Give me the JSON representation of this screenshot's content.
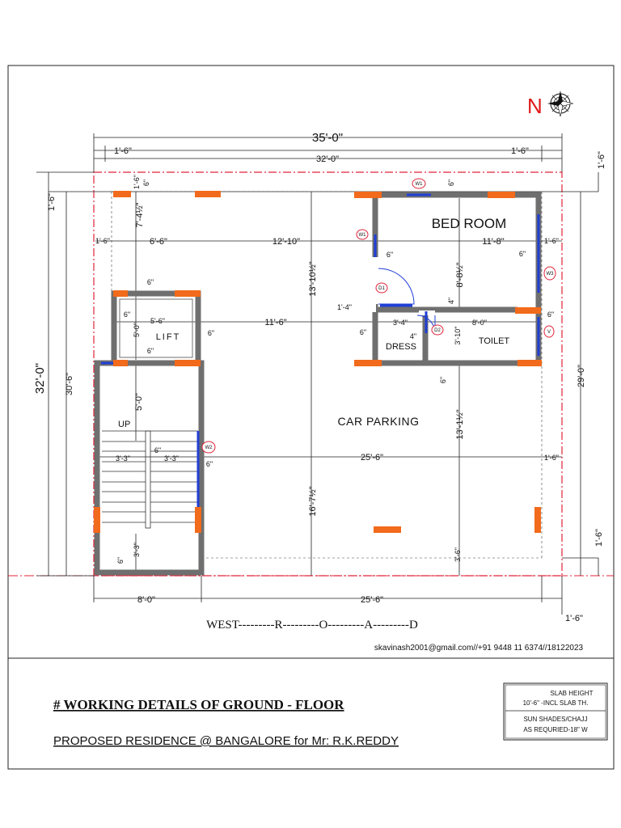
{
  "compass": {
    "north_label": "N",
    "icon": "compass-rose-icon"
  },
  "colors": {
    "wall": "#6f6f6f",
    "column": "#f26a1b",
    "window": "#1f3fd6",
    "plot_line": "#e0243a",
    "tag_circle": "#e0243a",
    "ink": "#111111"
  },
  "dimensions": {
    "overall_width": "35'-0\"",
    "inner_width": "32'-0\"",
    "left_setback_top": "1'-6\"",
    "right_setback_top": "1'-6\"",
    "right_side_top": "1'-6\"",
    "left_side_top": "1'-6\"",
    "overall_depth": "32'-0\"",
    "depth_inner": "30'-6\"",
    "right_depth": "29'-0\"",
    "right_side_bottom": "1'-6\"",
    "bottom_right": "1'-6\"",
    "bottom_left_width": "8'-0\"",
    "bottom_right_width": "25'-6\"",
    "row1_left": "1'-6\"",
    "row1_a": "6'-6\"",
    "row1_b": "12'-10\"",
    "row1_c": "11'-8\"",
    "row1_d": "1'-6\"",
    "top_small_6": "6\"",
    "top_7_4": "7'-4½\"",
    "top_1_6_small": "1'-6\"",
    "v_13_10": "13'-10½\"",
    "v_8_8": "8'-8½\"",
    "lift_6_top": "6\"",
    "lift_6_left": "6\"",
    "lift_5_6": "5'-6\"",
    "lift_5_0": "5'-0\"",
    "lift_6_right": "6\"",
    "lift_6_bottom": "6\"",
    "row2_11_6": "11'-6\"",
    "row2_1_4": "1'-4\"",
    "row2_3_4": "3'-4\"",
    "row2_8_0": "8'-0\"",
    "row2_6_right": "6\"",
    "dress_6": "6\"",
    "dress_4": "4\"",
    "toilet_4": "4\"",
    "toilet_3_10": "3'-10\"",
    "bed_6": "6\"",
    "bed_6_right": "6\"",
    "top_window_6": "6\"",
    "v_6_below": "6\"",
    "stair_5_0": "5'-0\"",
    "stair_6": "6\"",
    "stair_3_3_a": "3'-3\"",
    "stair_3_3_b": "3'-3\"",
    "stair_6_right": "6\"",
    "row3_25_6": "25'-6\"",
    "row3_1_6": "1'-6\"",
    "v_13_1": "13'-1½\"",
    "v_16_7": "16'-7½\"",
    "stair_3_3_v": "3'-3\"",
    "stair_6_v": "6\"",
    "v_3_6": "3'-6\""
  },
  "rooms": {
    "bedroom": "BED ROOM",
    "lift": "LIFT",
    "dress": "DRESS",
    "toilet": "TOILET",
    "car_parking": "CAR PARKING",
    "stair_up": "UP"
  },
  "tags": {
    "w1_top": "W1",
    "w1_left": "W1",
    "w3_bed": "W3",
    "d1_bed": "D1",
    "d2_toilet": "D2",
    "v_toilet": "V",
    "w2_stair": "W2"
  },
  "road_label": "WEST---------R---------O---------A---------D",
  "footer_credit": "skavinash2001@gmail.com//+91 9448 11 6374//18122023",
  "title_block": {
    "title": "# WORKING DETAILS OF GROUND - FLOOR",
    "subtitle": "PROPOSED RESIDENCE @  BANGALORE for Mr: R.K.REDDY"
  },
  "notes": {
    "slab_line1": "SLAB HEIGHT",
    "slab_line2": "10'-6\" -INCL SLAB TH.",
    "sun_line1": "SUN SHADES/CHAJJ",
    "sun_line2": "AS REQURIED-18\" W"
  }
}
